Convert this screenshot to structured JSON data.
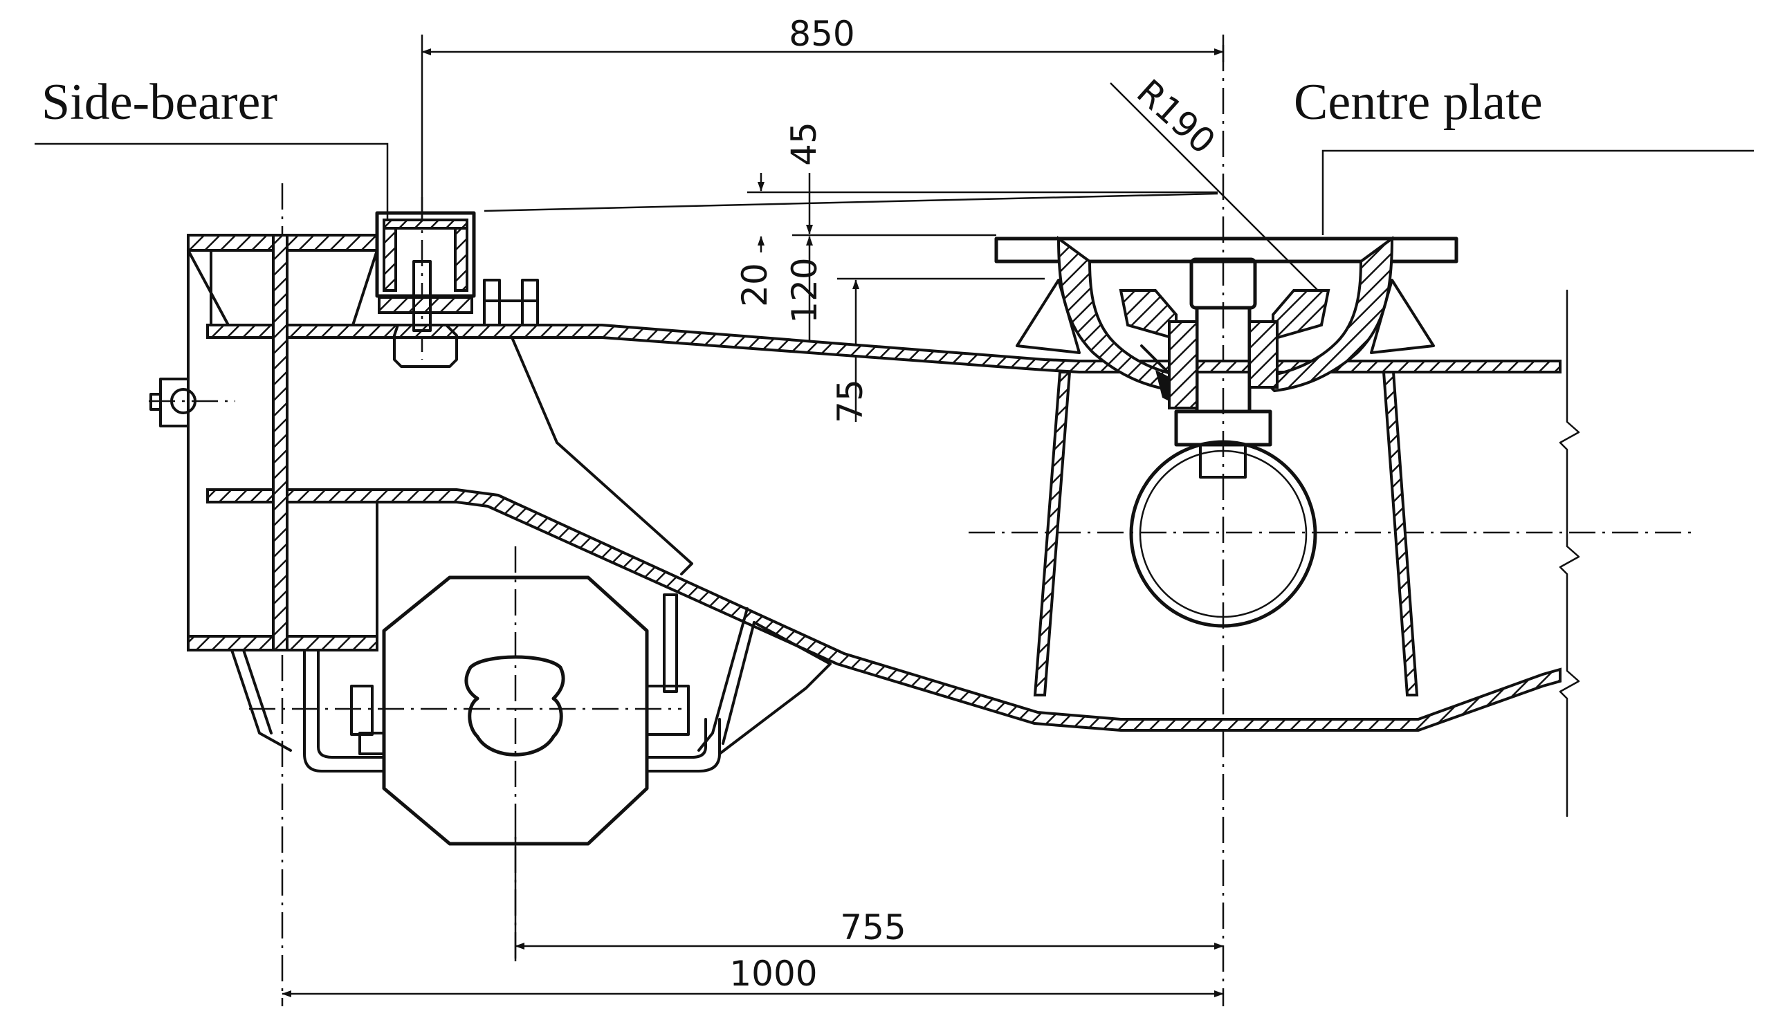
{
  "labels": {
    "side_bearer": "Side-bearer",
    "centre_plate": "Centre plate"
  },
  "dimensions": {
    "d850": "850",
    "r190": "R190",
    "d45": "45",
    "d20": "20",
    "d120": "120",
    "d75": "75",
    "d755": "755",
    "d1000": "1000"
  },
  "colors": {
    "line": "#111111",
    "background": "#ffffff"
  }
}
